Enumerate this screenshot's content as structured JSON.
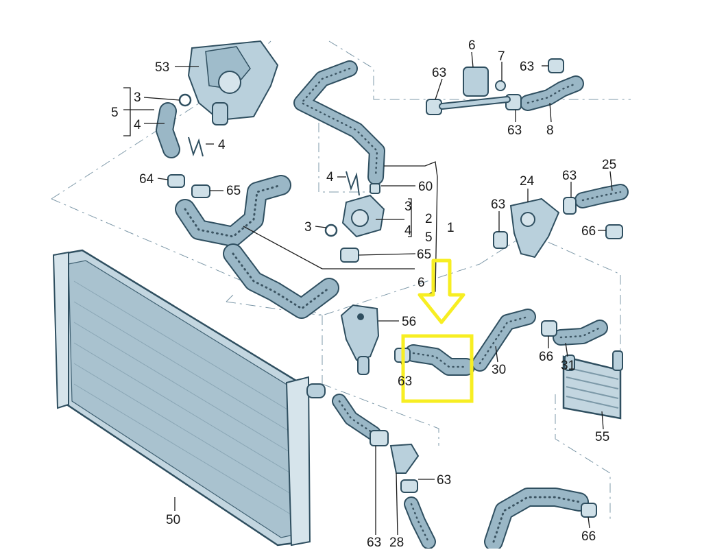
{
  "diagram": {
    "labels": {
      "l53": "53",
      "l3a": "3",
      "l5a": "5",
      "l4a": "4",
      "l4b": "4",
      "l64": "64",
      "l65a": "65",
      "l4c": "4",
      "l60": "60",
      "l3b": "3",
      "l3c": "3",
      "l2": "2",
      "l4d": "4",
      "l5b": "5",
      "l1": "1",
      "l65b": "65",
      "l6x": "6",
      "l56": "56",
      "l63a": "63",
      "l30": "30",
      "l66a": "66",
      "l31": "31",
      "l55": "55",
      "l50": "50",
      "l63b": "63",
      "l63c": "63",
      "l28": "28",
      "l66b": "66",
      "l6": "6",
      "l7": "7",
      "l63d": "63",
      "l63e": "63",
      "l63f": "63",
      "l8": "8",
      "l24": "24",
      "l63g": "63",
      "l25": "25",
      "l63h": "63",
      "l66c": "66"
    },
    "colors": {
      "part_fill": "#b9d0dc",
      "outline": "#2f4f60",
      "highlight": "#f7ee22"
    },
    "icons": {
      "arrow": "down-arrow-icon"
    }
  }
}
